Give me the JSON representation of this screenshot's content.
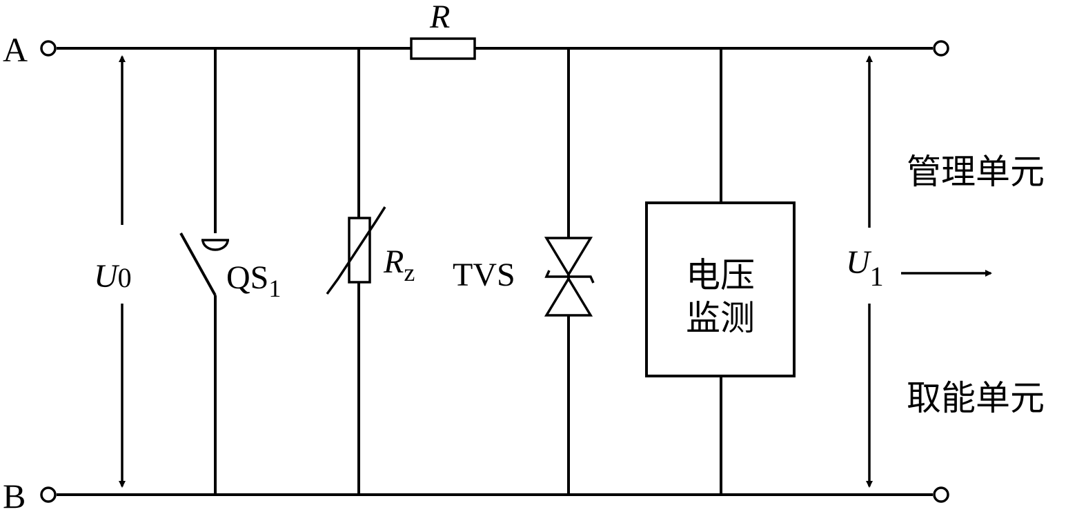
{
  "terminals": {
    "a_label": "A",
    "b_label": "B"
  },
  "components": {
    "resistor_label": "R",
    "switch_label_main": "QS",
    "switch_label_sub": "1",
    "varistor_label_main": "R",
    "varistor_label_sub": "z",
    "tvs_label": "TVS",
    "monitor_line1": "电压",
    "monitor_line2": "监测"
  },
  "voltages": {
    "u0_main": "U",
    "u0_sub": "0",
    "u1_main": "U",
    "u1_sub": "1"
  },
  "units": {
    "management": "管理单元",
    "energy_harvest": "取能单元"
  }
}
